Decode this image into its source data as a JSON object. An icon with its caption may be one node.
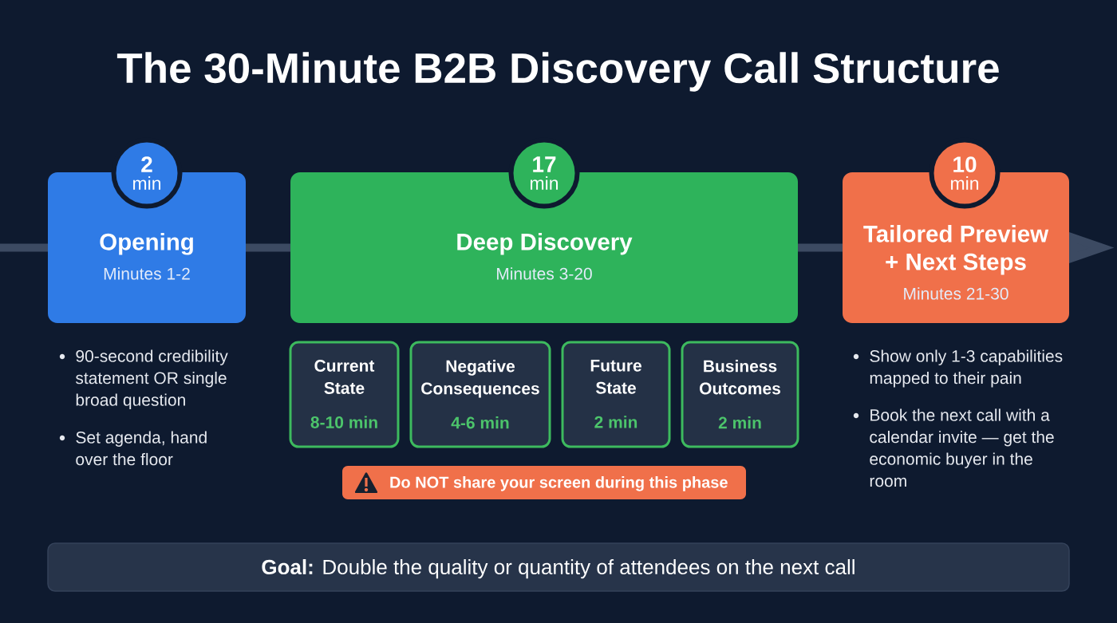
{
  "diagram": {
    "title": "The 30-Minute B2B Discovery Call Structure",
    "nodes": [
      {
        "text": [
          "2",
          "min"
        ]
      },
      {
        "text": [
          "Opening",
          "Minutes 1-2"
        ],
        "beside": [
          "90-second credibility statement OR single broad question",
          "Set agenda, hand over the floor"
        ]
      },
      {
        "text": [
          "17",
          "min"
        ]
      },
      {
        "text": [
          "Deep Discovery",
          "Minutes 3-20"
        ]
      },
      {
        "text": [
          "Current State",
          "8-10 min"
        ]
      },
      {
        "text": [
          "Negative Consequences",
          "4-6 min"
        ]
      },
      {
        "text": [
          "Future State",
          "2 min"
        ]
      },
      {
        "text": [
          "Business Outcomes",
          "2 min"
        ]
      },
      {
        "text": [
          "Do NOT share your screen during this phase"
        ]
      },
      {
        "text": [
          "10",
          "min"
        ]
      },
      {
        "text": [
          "Tailored Preview + Next Steps",
          "Minutes 21-30"
        ],
        "beside": [
          "Show only 1-3 capabilities mapped to their pain",
          "Book the next call with a calendar invite — get the economic buyer in the room"
        ]
      },
      {
        "text": [
          "**Goal:** Double the quality or quantity of attendees on the next call"
        ]
      }
    ],
    "edges": [
      {
        "from": null,
        "to": 1,
        "arrow": "none"
      },
      {
        "from": 1,
        "to": 3,
        "arrow": "none"
      },
      {
        "from": 3,
        "to": 10,
        "arrow": "none"
      },
      {
        "from": 10,
        "to": null,
        "arrow": "to"
      }
    ]
  }
}
